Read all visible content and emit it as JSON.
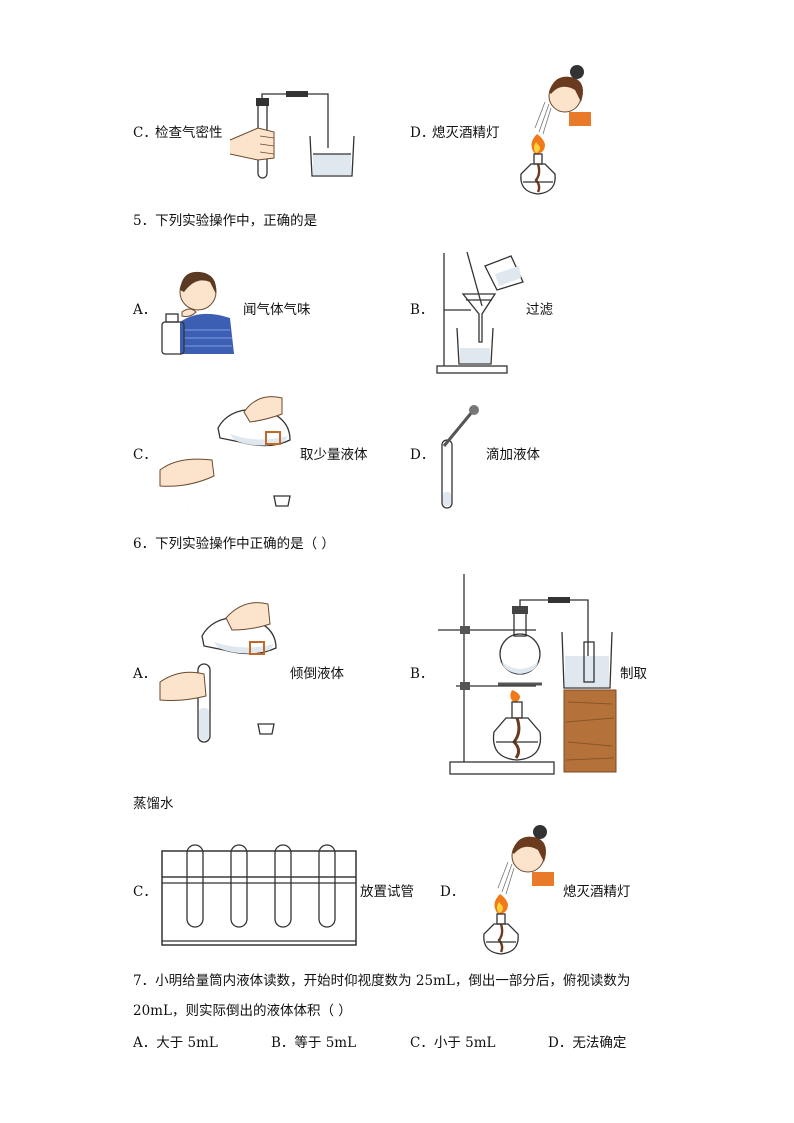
{
  "q4": {
    "opt_c": {
      "letter": "C．",
      "label": "检查气密性"
    },
    "opt_d": {
      "letter": "D．",
      "label": "熄灭酒精灯"
    }
  },
  "q5": {
    "question": "5．下列实验操作中，正确的是",
    "opt_a": {
      "letter": "A．",
      "label": "闻气体气味"
    },
    "opt_b": {
      "letter": "B．",
      "label": "过滤"
    },
    "opt_c": {
      "letter": "C．",
      "label": "取少量液体"
    },
    "opt_d": {
      "letter": "D．",
      "label": "滴加液体"
    }
  },
  "q6": {
    "question": "6．下列实验操作中正确的是（    ）",
    "opt_a": {
      "letter": "A．",
      "label": "倾倒液体"
    },
    "opt_b": {
      "letter": "B．",
      "label": "制取",
      "label_cont": "蒸馏水"
    },
    "opt_c": {
      "letter": "C．",
      "label": "放置试管"
    },
    "opt_d": {
      "letter": "D．",
      "label": "熄灭酒精灯"
    }
  },
  "q7": {
    "line1": "7．小明给量筒内液体读数，开始时仰视度数为 25mL，倒出一部分后，俯视读数为",
    "line2": "20mL，则实际倒出的液体体积（    ）",
    "opt_a": "A．大于 5mL",
    "opt_b": "B．等于 5mL",
    "opt_c": "C．小于 5mL",
    "opt_d": "D．无法确定"
  }
}
